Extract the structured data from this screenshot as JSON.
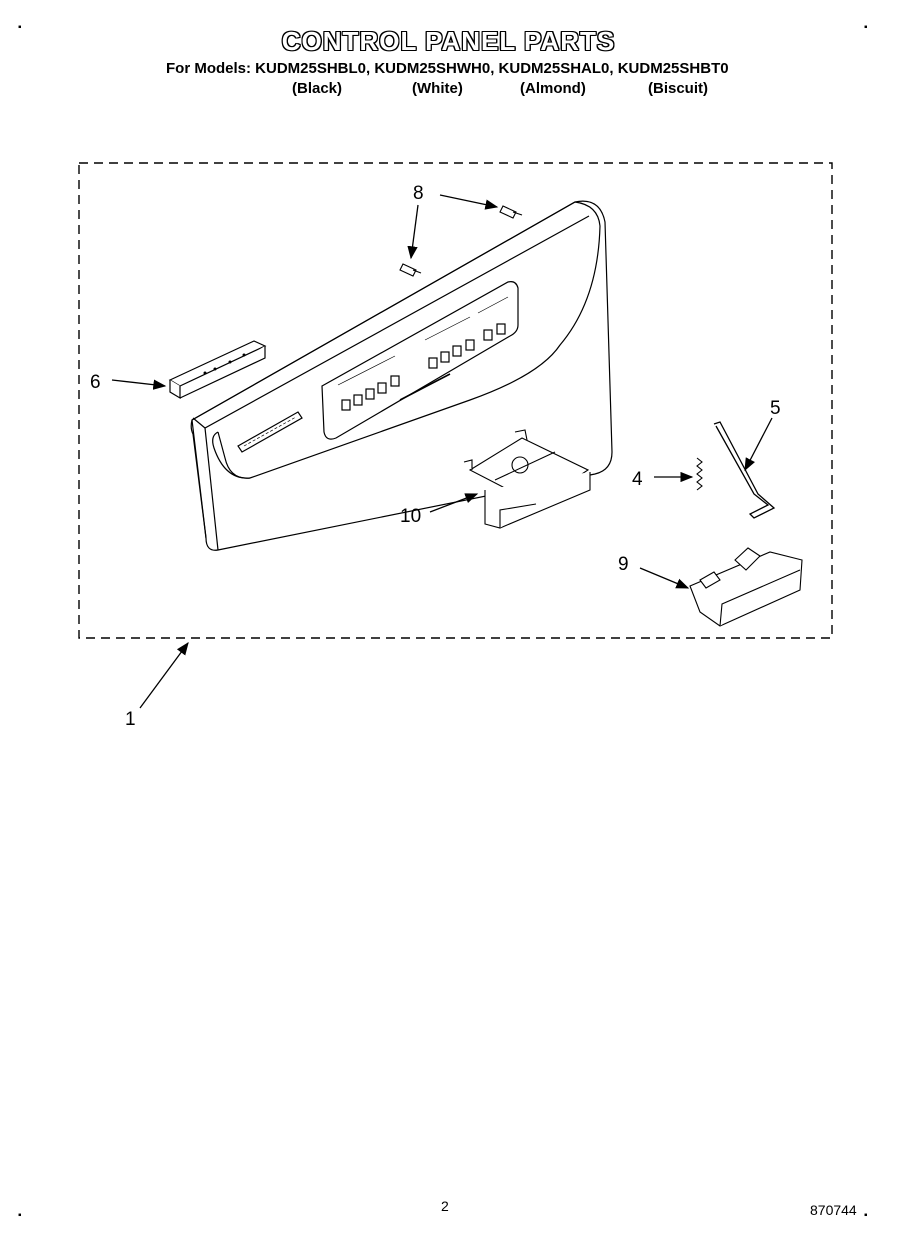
{
  "header": {
    "title": "CONTROL PANEL PARTS",
    "models_line": "For Models: KUDM25SHBL0, KUDM25SHWH0, KUDM25SHAL0, KUDM25SHBT0",
    "variants": [
      "(Black)",
      "(White)",
      "(Almond)",
      "(Biscuit)"
    ]
  },
  "callouts": {
    "c1": "1",
    "c4": "4",
    "c5": "5",
    "c6": "6",
    "c8": "8",
    "c9": "9",
    "c10": "10"
  },
  "footer": {
    "page_number": "2",
    "doc_number": "870744"
  },
  "colors": {
    "line": "#000000",
    "paper": "#ffffff"
  }
}
